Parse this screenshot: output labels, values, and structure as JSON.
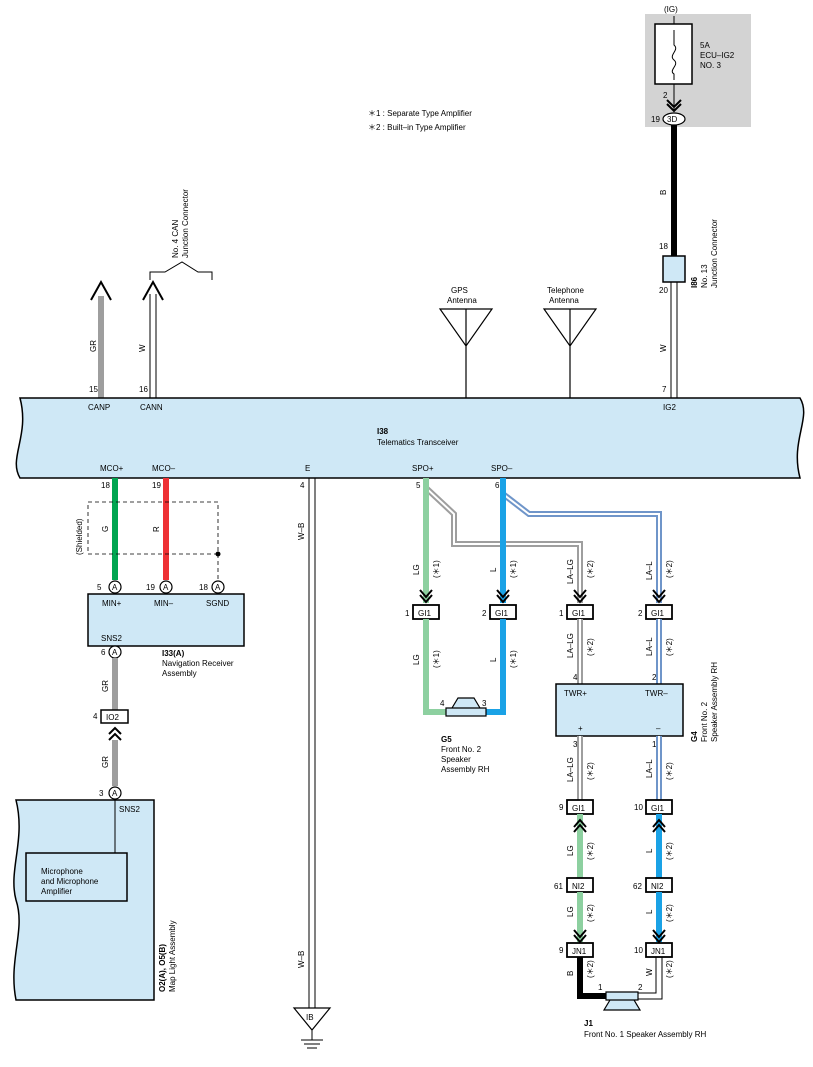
{
  "notes": {
    "n1": "＊1 : Separate Type Amplifier",
    "n2": "＊2 : Built–in Type Amplifier"
  },
  "power": {
    "ig": "(IG)",
    "fuse_rating": "5A",
    "fuse_name": "ECU–IG2",
    "fuse_no": "NO. 3",
    "pin_2": "2",
    "pin_19": "19",
    "conn_3d": "3D"
  },
  "junction_i86": {
    "id": "I86",
    "name1": "No. 13",
    "name2": "Junction Connector",
    "pin_18": "18",
    "pin_20": "20"
  },
  "can_junction": {
    "name1": "No. 4 CAN",
    "name2": "Junction Connector"
  },
  "antennas": {
    "gps1": "GPS",
    "gps2": "Antenna",
    "tel1": "Telephone",
    "tel2": "Antenna"
  },
  "transceiver": {
    "id": "I38",
    "name": "Telematics Transceiver",
    "pins": {
      "canp": "CANP",
      "cann": "CANN",
      "ig2": "IG2",
      "mco_p": "MCO+",
      "mco_n": "MCO–",
      "e": "E",
      "spo_p": "SPO+",
      "spo_n": "SPO–"
    },
    "pin_numbers": {
      "p15": "15",
      "p16": "16",
      "p7": "7",
      "p18": "18",
      "p19": "19",
      "p4": "4",
      "p5": "5",
      "p6": "6"
    }
  },
  "wires": {
    "gr": "GR",
    "w": "W",
    "b": "B",
    "g": "G",
    "r": "R",
    "wb": "W–B",
    "lg": "LG",
    "l": "L",
    "la_lg": "LA–LG",
    "la_l": "LA–L",
    "t1": "(＊1)",
    "t2": "(＊2)"
  },
  "shielded": "(Shielded)",
  "nav_receiver": {
    "id": "I33(A)",
    "name1": "Navigation Receiver",
    "name2": "Assembly",
    "min_p": "MIN+",
    "min_n": "MIN–",
    "sgnd": "SGND",
    "sns2": "SNS2",
    "p5": "5",
    "p19": "19",
    "p18": "18",
    "p6": "6",
    "conn_a": "A"
  },
  "io2": {
    "label": "IO2",
    "pin": "4"
  },
  "map_light": {
    "id": "O2(A), O5(B)",
    "name": "Map Light Assembly",
    "sns2": "SNS2",
    "pin3": "3",
    "conn_a": "A",
    "mic1": "Microphone",
    "mic2": "and Microphone",
    "mic3": "Amplifier"
  },
  "ground": {
    "label": "IB"
  },
  "connectors": {
    "gi1": "GI1",
    "ni2": "NI2",
    "jn1": "JN1",
    "n1": "1",
    "n2": "2",
    "n9": "9",
    "n10": "10",
    "n61": "61",
    "n62": "62"
  },
  "g5": {
    "id": "G5",
    "name1": "Front No. 2",
    "name2": "Speaker",
    "name3": "Assembly RH",
    "pin4": "4",
    "pin3": "3"
  },
  "g4": {
    "id": "G4",
    "name1": "Front No. 2",
    "name2": "Speaker Assembly RH",
    "twr_p": "TWR+",
    "twr_n": "TWR–",
    "plus": "+",
    "minus": "–",
    "pin4": "4",
    "pin2": "2",
    "pin3": "3",
    "pin1": "1"
  },
  "j1": {
    "id": "J1",
    "name": "Front No. 1 Speaker Assembly RH",
    "pin1": "1",
    "pin2": "2"
  },
  "colors": {
    "panel": "#cfe8f6",
    "gray_box": "#d3d3d3",
    "wire_gray": "#9e9e9e",
    "wire_green": "#00a550",
    "wire_red": "#ee3134",
    "wire_light_green": "#8dd0a0",
    "wire_blue": "#1aa2e6",
    "wire_black": "#000000",
    "la_l_blue": "#6f95c9"
  }
}
